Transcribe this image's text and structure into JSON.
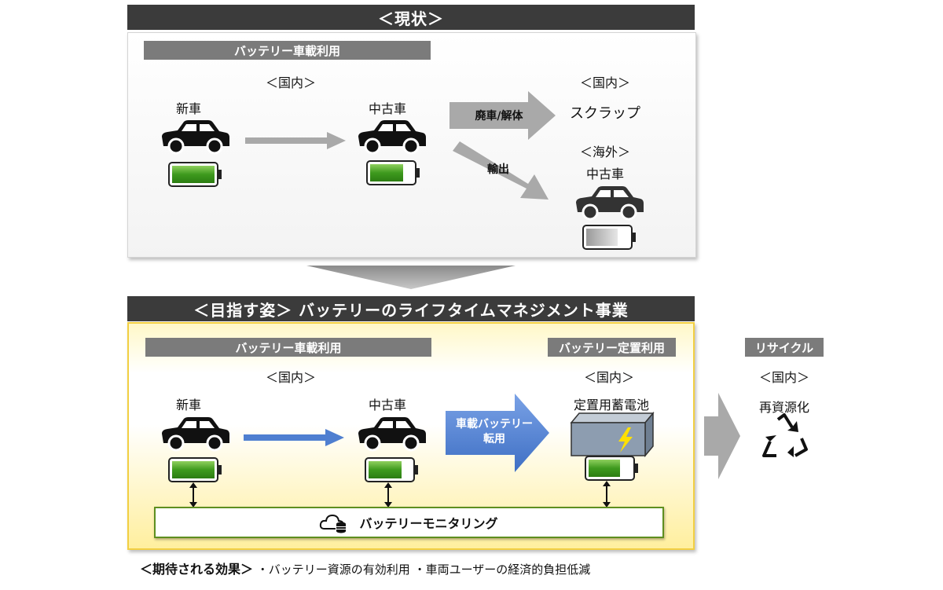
{
  "current": {
    "header": "＜現状＞",
    "section_label": "バッテリー車載利用",
    "domestic_label": "＜国内＞",
    "new_car": "新車",
    "used_car": "中古車",
    "scrap_arrow": "廃車/解体",
    "domestic_label_right": "＜国内＞",
    "scrap": "スクラップ",
    "overseas_label": "＜海外＞",
    "export_arrow": "輸出",
    "overseas_used_car": "中古車"
  },
  "target": {
    "header": "＜目指す姿＞ バッテリーのライフタイムマネジメント事業",
    "section_vehicle": "バッテリー車載利用",
    "section_stationary": "バッテリー定置利用",
    "section_recycle": "リサイクル",
    "domestic_label": "＜国内＞",
    "domestic_label_stationary": "＜国内＞",
    "domestic_label_recycle": "＜国内＞",
    "new_car": "新車",
    "used_car": "中古車",
    "reuse_arrow_line1": "車載バッテリー",
    "reuse_arrow_line2": "転用",
    "stationary_storage": "定置用蓄電池",
    "recycling": "再資源化",
    "monitoring": "バッテリーモニタリング"
  },
  "effects": {
    "title": "＜期待される効果＞",
    "item1": "・バッテリー資源の有効利用",
    "item2": "・車両ユーザーの経済的負担低減"
  },
  "colors": {
    "header_bg": "#3b3b3b",
    "section_bar": "#7b7b7b",
    "battery_green": "#3e9a1e",
    "blue_arrow": "#4f7fd0",
    "gray_arrow": "#a9a9a9",
    "panel_yellow": "#ffef9e",
    "storage_box": "#8d9db0",
    "bolt": "#ffe000"
  }
}
